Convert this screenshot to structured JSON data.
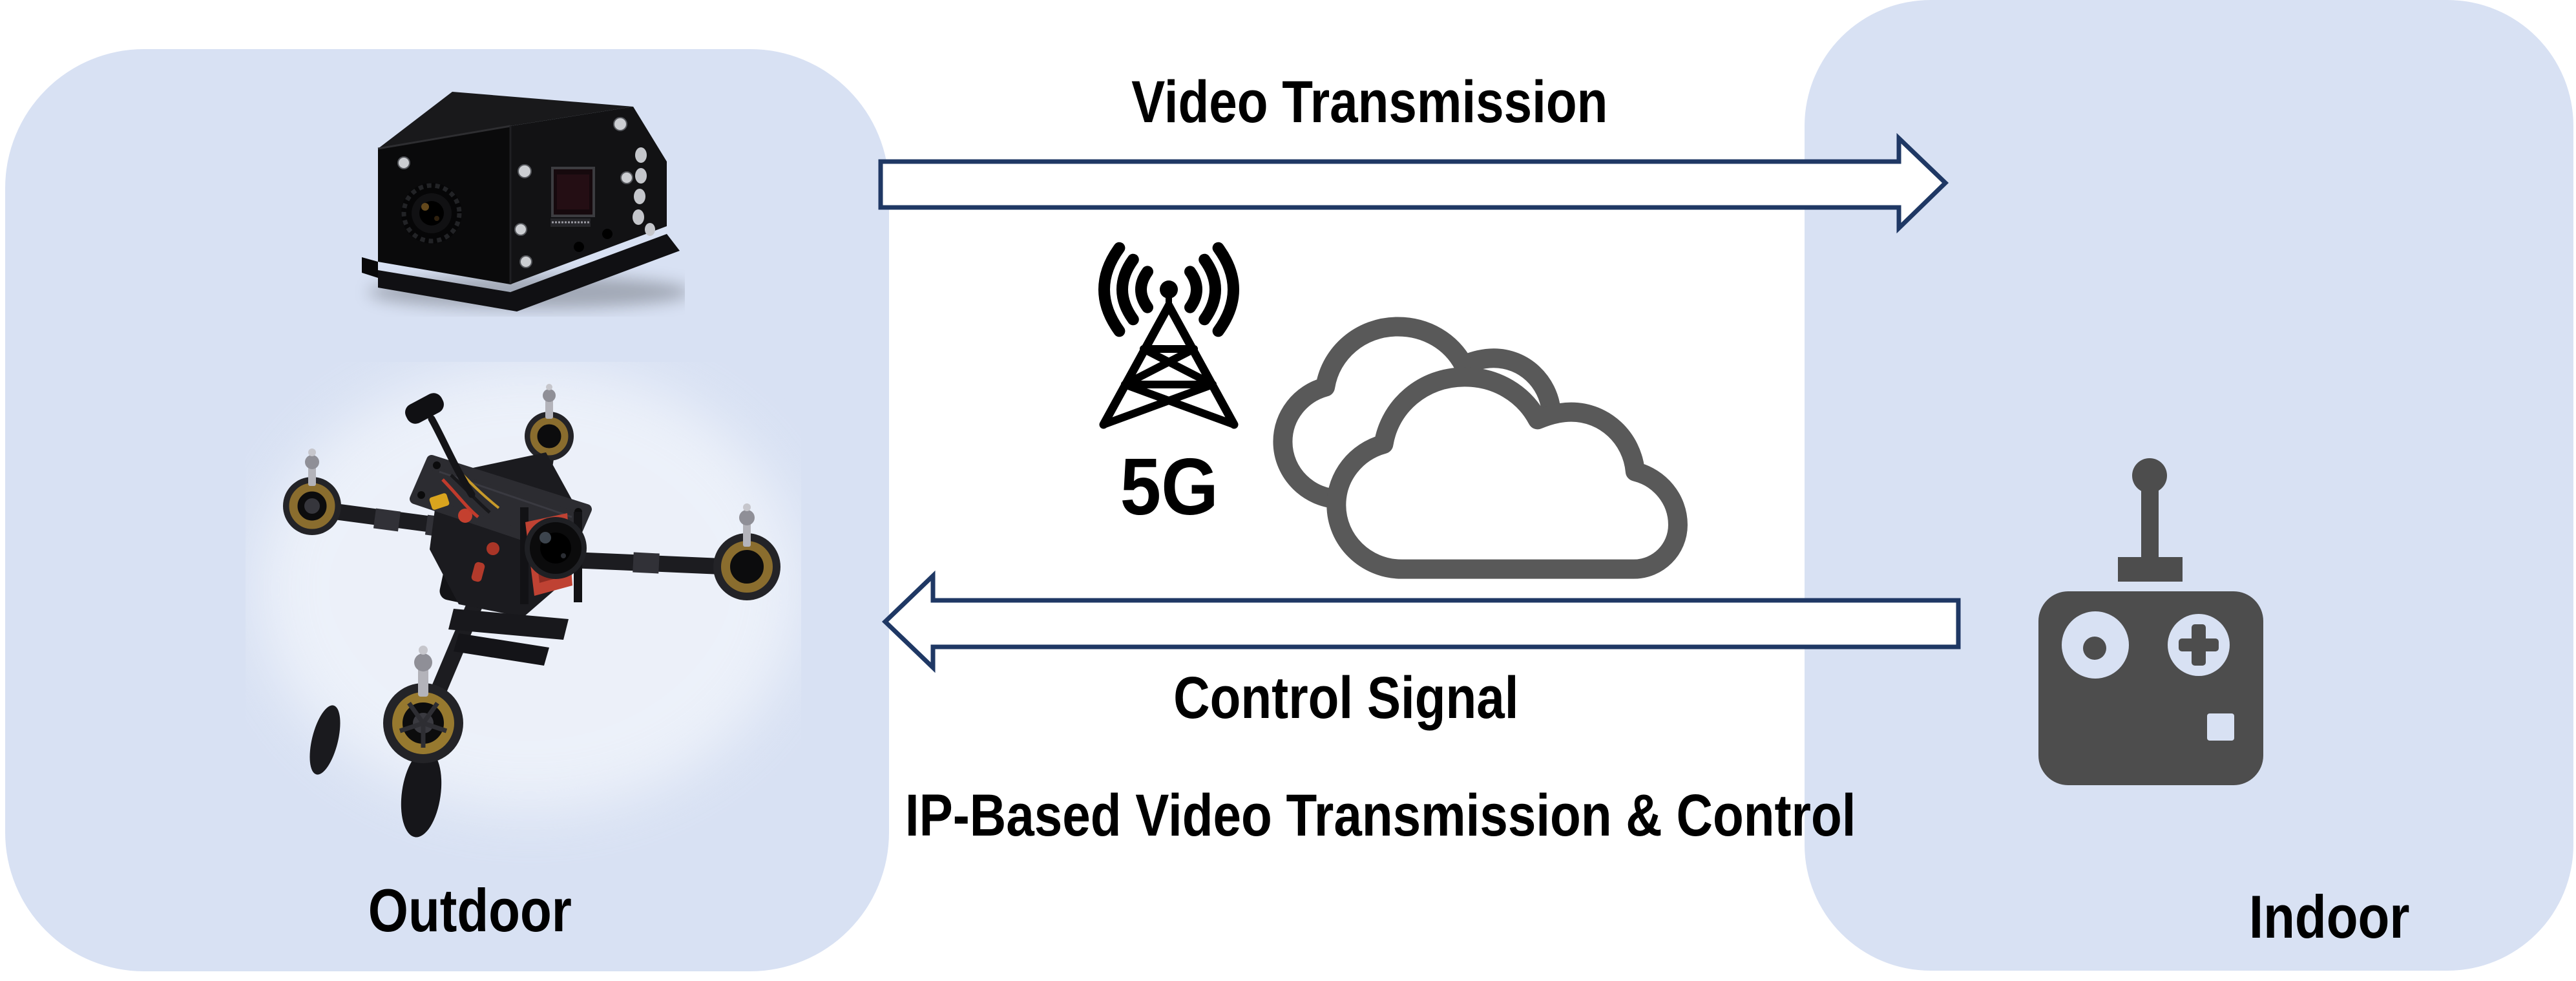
{
  "diagram": {
    "caption": "IP-Based Video Transmission & Control"
  },
  "panels": {
    "outdoor": {
      "label": "Outdoor",
      "fill": "#d8e1f3",
      "devices": [
        "camera-transmitter-box-photo",
        "fpv-drone-photo"
      ]
    },
    "indoor": {
      "label": "Indoor",
      "fill": "#d8e1f3",
      "devices": [
        "rc-controller-icon"
      ],
      "icon_color": "#4d4d4d"
    }
  },
  "flows": {
    "video": {
      "label": "Video Transmission",
      "direction": "right"
    },
    "control": {
      "label": "Control Signal",
      "direction": "left"
    },
    "arrow_fill": "#ffffff",
    "arrow_stroke": "#1f3864"
  },
  "network": {
    "label": "5G",
    "icons": [
      {
        "name": "cell-tower-icon",
        "color": "#000000"
      },
      {
        "name": "clouds-icon",
        "color": "#595959"
      }
    ]
  }
}
